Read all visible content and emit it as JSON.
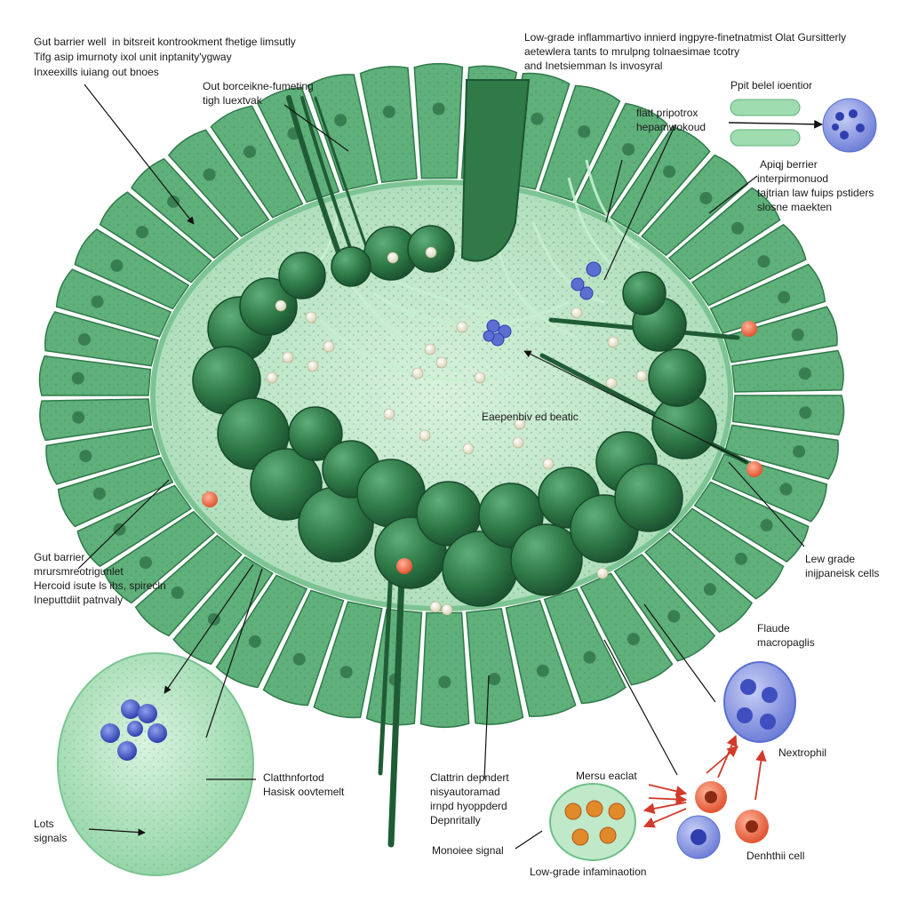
{
  "colors": {
    "epithelium": "#5fb07a",
    "epithelium_dark": "#2f7a4a",
    "lumen": "#c9ead2",
    "sphere": "#2f7a47",
    "dark_strand": "#1f5c36",
    "immune_blue": "#5a6fd0",
    "immune_red": "#e05a3a",
    "arrow_red": "#d23a2a"
  },
  "labels": {
    "top_left": [
      "Gut barrier well  in bitsreit kontrookment fhetige limsutly",
      "Tifg asip imurnoty ixol unit inptanity'ygway",
      "Inxeexills iuiang out bnoes"
    ],
    "top_left_sub": [
      "Out borceikne-fumeting",
      "tigh luextvak"
    ],
    "top_center": [
      "Low-grade inflammartivo innierd ingpyre-finetnatmist Olat Gursitterly",
      "aetewlera tants to mrulpng tolnaesimae tcotry",
      "and Inetsiemman Is invosyral"
    ],
    "top_right_title": "Ppit belel ioentior",
    "top_right_mid": [
      "flatt pripotrox",
      "hepamwokoud"
    ],
    "top_right_lower": [
      "Apiqj berrier",
      "interpirmonuod",
      "tajtrian law fuips pstiders",
      "slosne maekten"
    ],
    "lumen_center": "Eaepenbiv ed beatic",
    "left_mid": [
      "Gut barrier",
      "mrursmreotrigunlet",
      "Hercoid isute ls ihs, spirecln",
      "Ineputtdiit patnvaly"
    ],
    "right_mid": [
      "Lew grade",
      "inijpaneisk cells"
    ],
    "right_lower": [
      "Flaude",
      "macropaglis"
    ],
    "bottom_left_oval": [
      "Clatthnfortod",
      "Hasisk oovtemelt"
    ],
    "bottom_left_small": [
      "Lots",
      "signals"
    ],
    "bottom_center": [
      "Clattrin depndert",
      "nisyautoramad",
      "irnpd hyoppderd",
      "Depnritally"
    ],
    "bottom_center_signal": "Monoiee signal",
    "bottom_inflam": "Low-grade infaminaotion",
    "mersu": "Mersu eaclat",
    "neutrophil": "Nextrophil",
    "dendritic": "Denhthii cell"
  }
}
